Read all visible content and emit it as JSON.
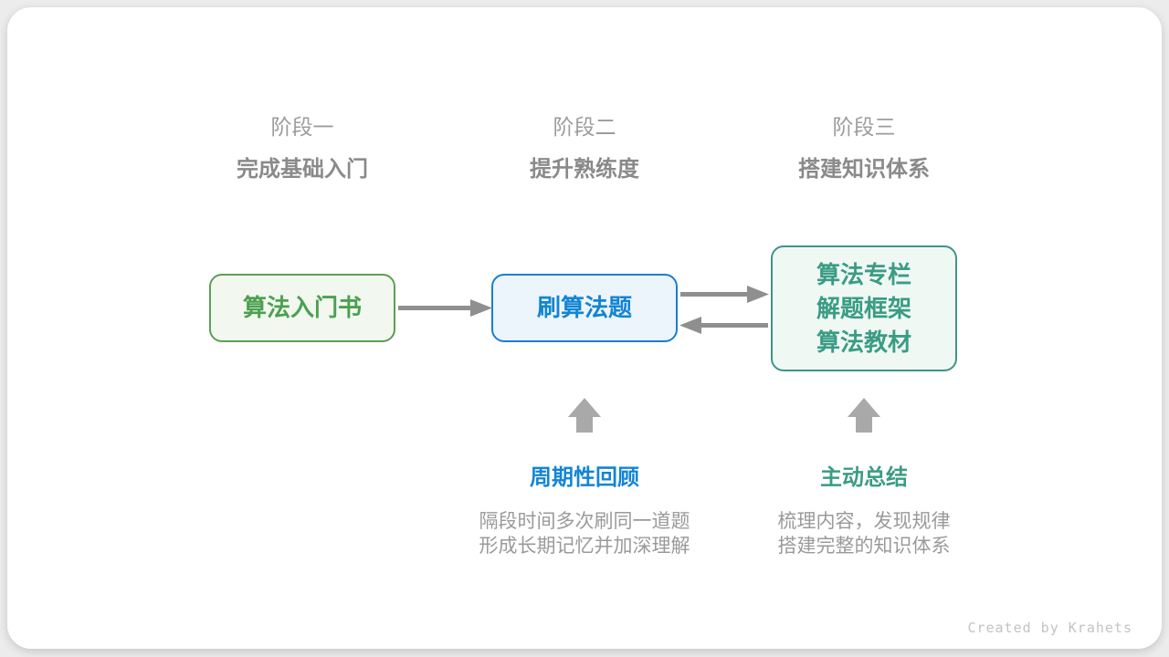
{
  "palette": {
    "page_background": "#ECECEC",
    "card_background": "#FFFFFF",
    "stage_label_gray": "#9C9C9C",
    "stage_subtitle_gray": "#8A8A8A",
    "description_gray": "#9A9A9A",
    "connector_arrow_gray": "#8F8F8F",
    "up_arrow_gray": "#A9A9A9",
    "green_text": "#4CA050",
    "green_border": "#5C9F55",
    "green_fill": "#F2F8EF",
    "blue_text": "#1385D3",
    "blue_border": "#1A7ED3",
    "blue_fill": "#EDF5FC",
    "teal_text": "#3A9C84",
    "teal_border": "#3F9489",
    "teal_fill": "#F0F8F4",
    "credit_gray": "#C3C3C3"
  },
  "stages": [
    {
      "label": "阶段一",
      "subtitle": "完成基础入门"
    },
    {
      "label": "阶段二",
      "subtitle": "提升熟练度"
    },
    {
      "label": "阶段三",
      "subtitle": "搭建知识体系"
    }
  ],
  "nodes": [
    {
      "id": "algo-intro-book",
      "lines": [
        "算法入门书"
      ]
    },
    {
      "id": "practice-problems",
      "lines": [
        "刷算法题"
      ]
    },
    {
      "id": "knowledge-resources",
      "lines": [
        "算法专栏",
        "解题框架",
        "算法教材"
      ]
    }
  ],
  "callouts": [
    {
      "title": "周期性回顾",
      "lines": [
        "隔段时间多次刷同一道题",
        "形成长期记忆并加深理解"
      ]
    },
    {
      "title": "主动总结",
      "lines": [
        "梳理内容，发现规律",
        "搭建完整的知识体系"
      ]
    }
  ],
  "footer": {
    "credit": "Created by Krahets"
  }
}
